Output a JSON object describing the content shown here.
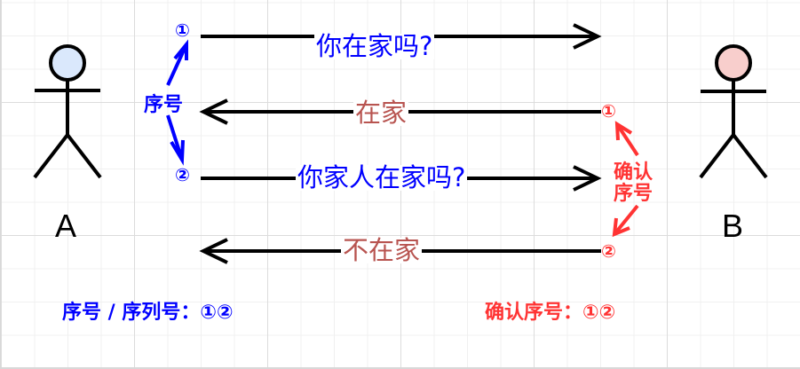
{
  "diagram": {
    "actors": [
      {
        "id": "A",
        "label": "A",
        "head_color": "#dae8fc"
      },
      {
        "id": "B",
        "label": "B",
        "head_color": "#f8cecc"
      }
    ],
    "messages": [
      {
        "text": "你在家吗?",
        "from": "A",
        "to": "B",
        "color": "#0000ff",
        "seq_marker": "①"
      },
      {
        "text": "在家",
        "from": "B",
        "to": "A",
        "color": "#b85450",
        "ack_marker": "①"
      },
      {
        "text": "你家人在家吗?",
        "from": "A",
        "to": "B",
        "color": "#0000ff",
        "seq_marker": "②"
      },
      {
        "text": "不在家",
        "from": "B",
        "to": "A",
        "color": "#b85450",
        "ack_marker": "②"
      }
    ],
    "annotations": {
      "sequence_label": "序号",
      "ack_label_line1": "确认",
      "ack_label_line2": "序号",
      "sequence_note": "序号 / 序列号：①②",
      "ack_note": "确认序号：①②"
    },
    "markers": {
      "one": "①",
      "two": "②"
    },
    "colors": {
      "sequence": "#0000ff",
      "ack": "#ff3333",
      "reply_text": "#b85450",
      "line": "#000000"
    }
  }
}
